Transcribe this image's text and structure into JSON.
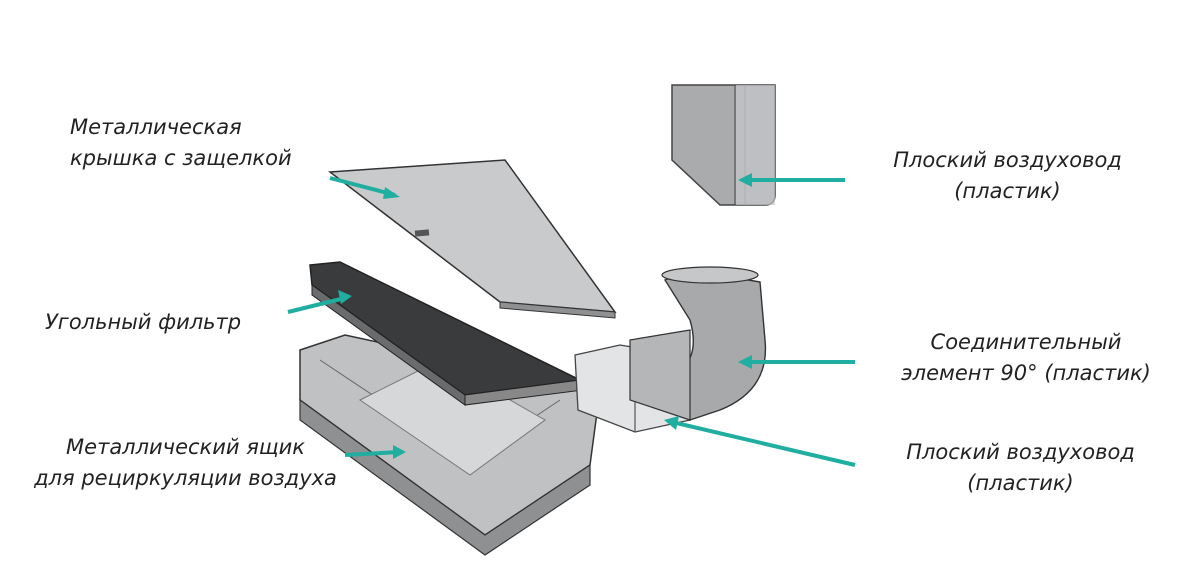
{
  "arrow_color": "#1fae9f",
  "labels": {
    "lid": {
      "line1": "Металлическая",
      "line2": "крышка с защелкой"
    },
    "filter": {
      "line1": "Угольный фильтр"
    },
    "box": {
      "line1": "Металлический ящик",
      "line2": "для рециркуляции воздуха"
    },
    "duct_top": {
      "line1": "Плоский воздуховод",
      "line2": "(пластик)"
    },
    "elbow": {
      "line1": "Соединительный",
      "line2": "элемент 90° (пластик)"
    },
    "duct_bottom": {
      "line1": "Плоский воздуховод",
      "line2": "(пластик)"
    }
  }
}
